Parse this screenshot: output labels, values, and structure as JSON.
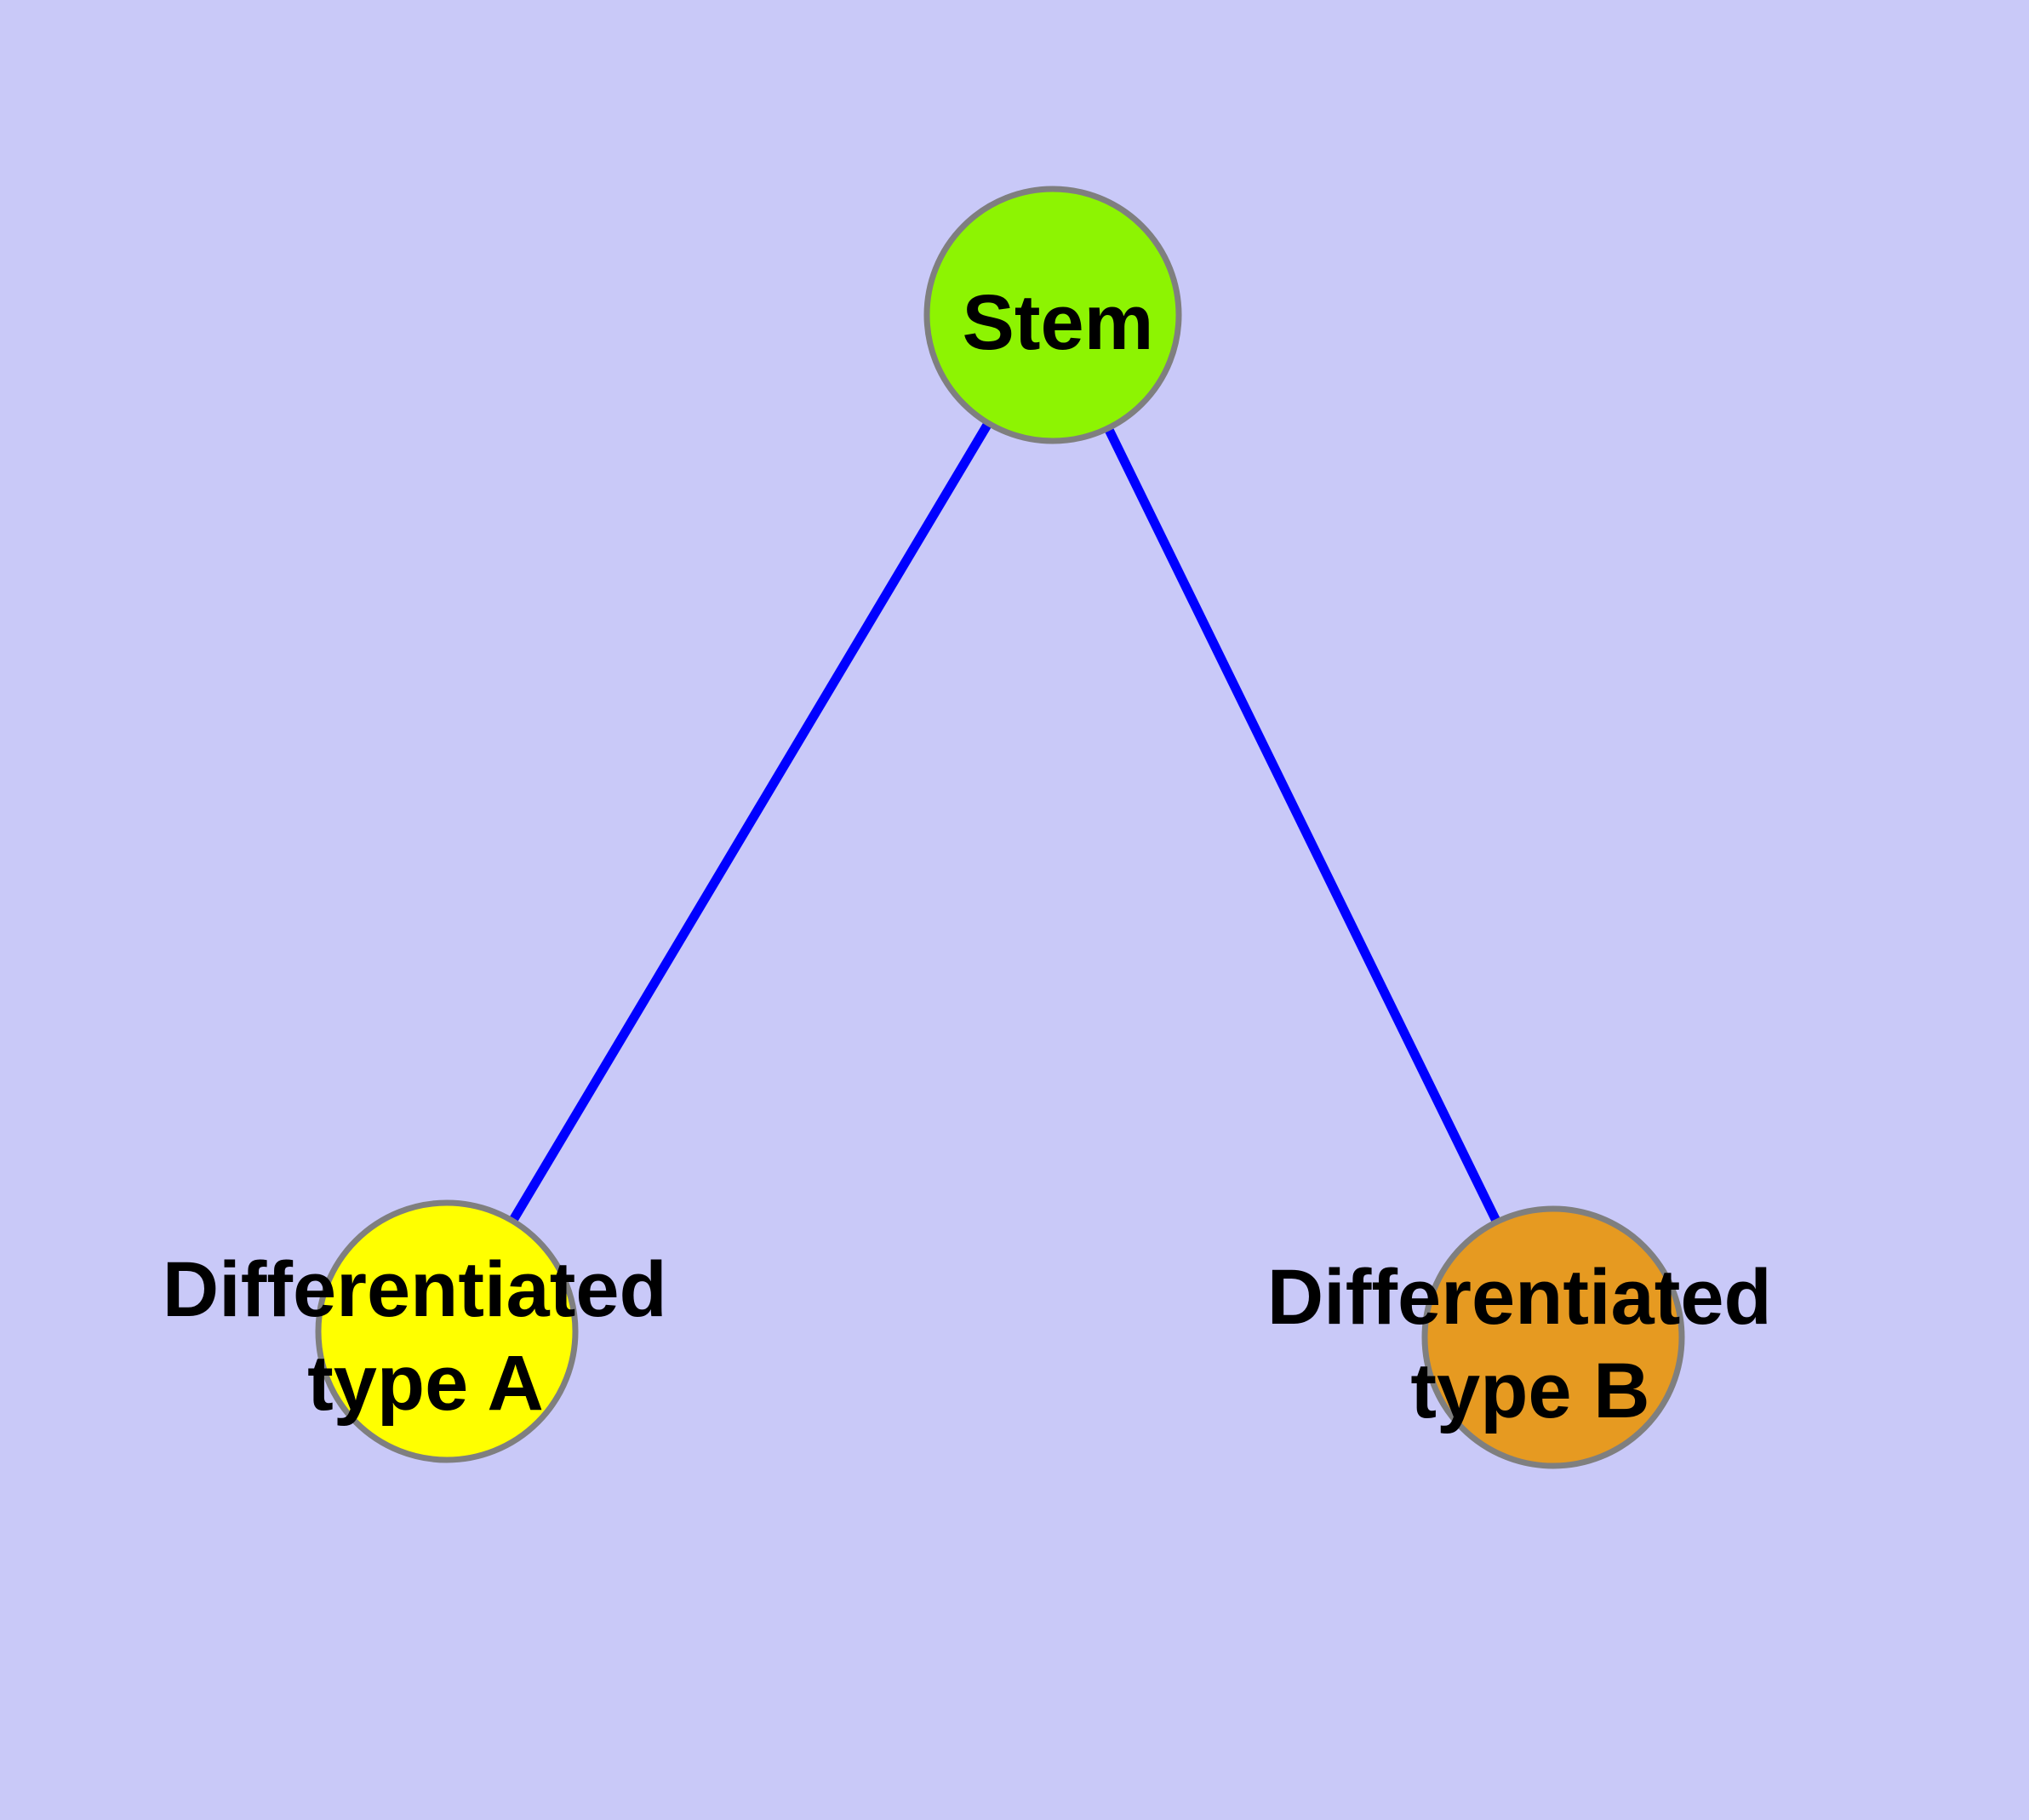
{
  "diagram": {
    "type": "node-link-graph",
    "background_color": "#C9C9F8",
    "edge_color": "#0000FF",
    "node_border_color": "#7F7F7F",
    "text_color": "#000000",
    "nodes": {
      "stem": {
        "label": "Stem",
        "fill": "#8DF402"
      },
      "type_a": {
        "label_line1": "Differentiated",
        "label_line2": "type A",
        "label_full": "Differentiated type A",
        "fill": "#FFFF00"
      },
      "type_b": {
        "label_line1": "Differentiated",
        "label_line2": "type B",
        "label_full": "Differentiated type B",
        "fill": "#E69A21"
      }
    },
    "edges": [
      {
        "from": "Stem",
        "to": "Differentiated type A"
      },
      {
        "from": "Stem",
        "to": "Differentiated type B"
      }
    ]
  }
}
